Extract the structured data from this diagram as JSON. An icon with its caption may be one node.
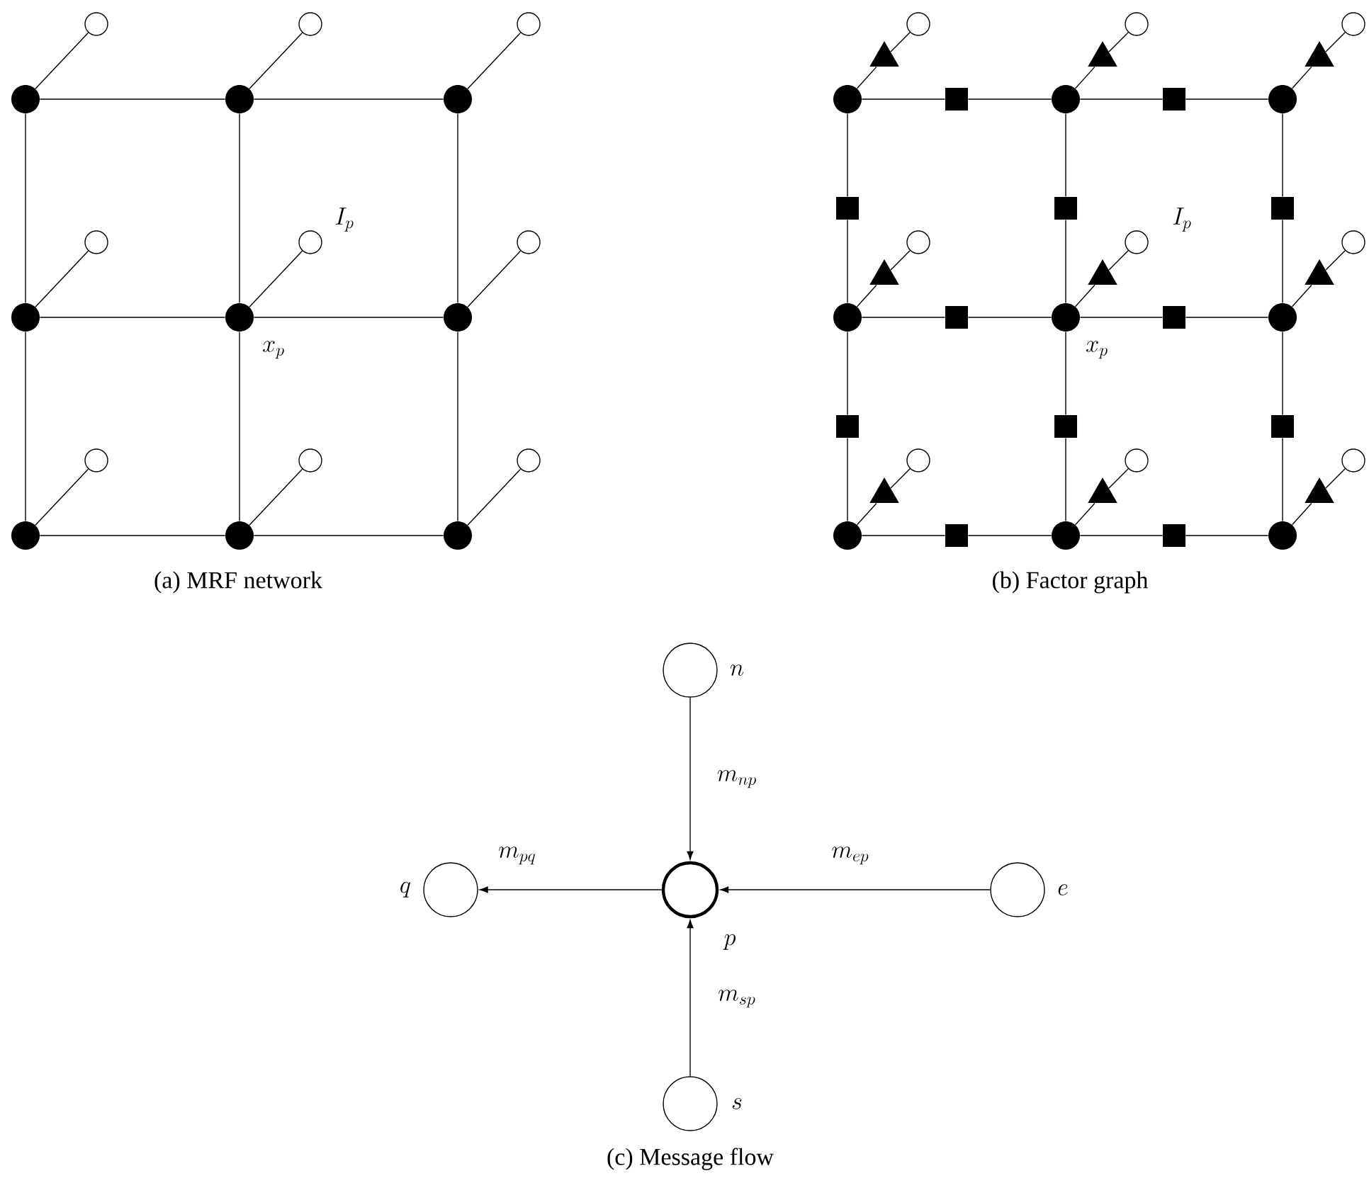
{
  "diagram": {
    "nodes": [
      {
        "text": [],
        "shape": "dot"
      },
      {
        "text": [],
        "shape": "dot"
      },
      {
        "text": [],
        "shape": "dot"
      },
      {
        "text": [],
        "shape": "dot"
      },
      {
        "text": [],
        "shape": "dot",
        "beside": [
          "x_p"
        ]
      },
      {
        "text": [],
        "shape": "dot"
      },
      {
        "text": [],
        "shape": "dot"
      },
      {
        "text": [],
        "shape": "dot"
      },
      {
        "text": [],
        "shape": "dot"
      },
      {
        "text": [],
        "shape": "circle"
      },
      {
        "text": [],
        "shape": "circle"
      },
      {
        "text": [],
        "shape": "circle"
      },
      {
        "text": [],
        "shape": "circle"
      },
      {
        "text": [],
        "shape": "circle",
        "beside": [
          "I_p"
        ]
      },
      {
        "text": [],
        "shape": "circle"
      },
      {
        "text": [],
        "shape": "circle"
      },
      {
        "text": [],
        "shape": "circle"
      },
      {
        "text": [],
        "shape": "circle"
      },
      {
        "text": [],
        "shape": "dot"
      },
      {
        "text": [],
        "shape": "dot"
      },
      {
        "text": [],
        "shape": "dot"
      },
      {
        "text": [],
        "shape": "dot"
      },
      {
        "text": [],
        "shape": "dot",
        "beside": [
          "x_p"
        ]
      },
      {
        "text": [],
        "shape": "dot"
      },
      {
        "text": [],
        "shape": "dot"
      },
      {
        "text": [],
        "shape": "dot"
      },
      {
        "text": [],
        "shape": "dot"
      },
      {
        "text": [],
        "shape": "square"
      },
      {
        "text": [],
        "shape": "square"
      },
      {
        "text": [],
        "shape": "square"
      },
      {
        "text": [],
        "shape": "square"
      },
      {
        "text": [],
        "shape": "square"
      },
      {
        "text": [],
        "shape": "square"
      },
      {
        "text": [],
        "shape": "square"
      },
      {
        "text": [],
        "shape": "square"
      },
      {
        "text": [],
        "shape": "square"
      },
      {
        "text": [],
        "shape": "square"
      },
      {
        "text": [],
        "shape": "square"
      },
      {
        "text": [],
        "shape": "square"
      },
      {
        "text": [],
        "shape": "triangle"
      },
      {
        "text": [],
        "shape": "triangle"
      },
      {
        "text": [],
        "shape": "triangle"
      },
      {
        "text": [],
        "shape": "triangle"
      },
      {
        "text": [],
        "shape": "triangle"
      },
      {
        "text": [],
        "shape": "triangle"
      },
      {
        "text": [],
        "shape": "triangle"
      },
      {
        "text": [],
        "shape": "triangle"
      },
      {
        "text": [],
        "shape": "triangle"
      },
      {
        "text": [],
        "shape": "circle"
      },
      {
        "text": [],
        "shape": "circle"
      },
      {
        "text": [],
        "shape": "circle"
      },
      {
        "text": [],
        "shape": "circle"
      },
      {
        "text": [],
        "shape": "circle",
        "beside": [
          "I_p"
        ]
      },
      {
        "text": [],
        "shape": "circle"
      },
      {
        "text": [],
        "shape": "circle"
      },
      {
        "text": [],
        "shape": "circle"
      },
      {
        "text": [],
        "shape": "circle"
      },
      {
        "text": [],
        "shape": "circle",
        "beside": [
          "n"
        ]
      },
      {
        "text": [],
        "shape": "circle",
        "beside": [
          "q"
        ]
      },
      {
        "text": [],
        "shape": "circle",
        "beside": [
          "p"
        ]
      },
      {
        "text": [],
        "shape": "circle",
        "beside": [
          "e"
        ]
      },
      {
        "text": [],
        "shape": "circle",
        "beside": [
          "s"
        ]
      }
    ],
    "edges": [
      {
        "from": 0,
        "to": 1,
        "arrow": "none"
      },
      {
        "from": 1,
        "to": 2,
        "arrow": "none"
      },
      {
        "from": 3,
        "to": 4,
        "arrow": "none"
      },
      {
        "from": 4,
        "to": 5,
        "arrow": "none"
      },
      {
        "from": 6,
        "to": 7,
        "arrow": "none"
      },
      {
        "from": 7,
        "to": 8,
        "arrow": "none"
      },
      {
        "from": 0,
        "to": 3,
        "arrow": "none"
      },
      {
        "from": 1,
        "to": 4,
        "arrow": "none"
      },
      {
        "from": 2,
        "to": 5,
        "arrow": "none"
      },
      {
        "from": 3,
        "to": 6,
        "arrow": "none"
      },
      {
        "from": 4,
        "to": 7,
        "arrow": "none"
      },
      {
        "from": 5,
        "to": 8,
        "arrow": "none"
      },
      {
        "from": 0,
        "to": 9,
        "arrow": "none"
      },
      {
        "from": 1,
        "to": 10,
        "arrow": "none"
      },
      {
        "from": 2,
        "to": 11,
        "arrow": "none"
      },
      {
        "from": 3,
        "to": 12,
        "arrow": "none"
      },
      {
        "from": 4,
        "to": 13,
        "arrow": "none"
      },
      {
        "from": 5,
        "to": 14,
        "arrow": "none"
      },
      {
        "from": 6,
        "to": 15,
        "arrow": "none"
      },
      {
        "from": 7,
        "to": 16,
        "arrow": "none"
      },
      {
        "from": 8,
        "to": 17,
        "arrow": "none"
      },
      {
        "from": 18,
        "to": 27,
        "arrow": "none"
      },
      {
        "from": 27,
        "to": 19,
        "arrow": "none"
      },
      {
        "from": 19,
        "to": 28,
        "arrow": "none"
      },
      {
        "from": 28,
        "to": 20,
        "arrow": "none"
      },
      {
        "from": 21,
        "to": 29,
        "arrow": "none"
      },
      {
        "from": 29,
        "to": 22,
        "arrow": "none"
      },
      {
        "from": 22,
        "to": 30,
        "arrow": "none"
      },
      {
        "from": 30,
        "to": 23,
        "arrow": "none"
      },
      {
        "from": 24,
        "to": 31,
        "arrow": "none"
      },
      {
        "from": 31,
        "to": 25,
        "arrow": "none"
      },
      {
        "from": 25,
        "to": 32,
        "arrow": "none"
      },
      {
        "from": 32,
        "to": 26,
        "arrow": "none"
      },
      {
        "from": 18,
        "to": 33,
        "arrow": "none"
      },
      {
        "from": 33,
        "to": 21,
        "arrow": "none"
      },
      {
        "from": 19,
        "to": 34,
        "arrow": "none"
      },
      {
        "from": 34,
        "to": 22,
        "arrow": "none"
      },
      {
        "from": 20,
        "to": 35,
        "arrow": "none"
      },
      {
        "from": 35,
        "to": 23,
        "arrow": "none"
      },
      {
        "from": 21,
        "to": 36,
        "arrow": "none"
      },
      {
        "from": 36,
        "to": 24,
        "arrow": "none"
      },
      {
        "from": 22,
        "to": 37,
        "arrow": "none"
      },
      {
        "from": 37,
        "to": 25,
        "arrow": "none"
      },
      {
        "from": 23,
        "to": 38,
        "arrow": "none"
      },
      {
        "from": 38,
        "to": 26,
        "arrow": "none"
      },
      {
        "from": 18,
        "to": 39,
        "arrow": "none"
      },
      {
        "from": 39,
        "to": 48,
        "arrow": "none"
      },
      {
        "from": 19,
        "to": 40,
        "arrow": "none"
      },
      {
        "from": 40,
        "to": 49,
        "arrow": "none"
      },
      {
        "from": 20,
        "to": 41,
        "arrow": "none"
      },
      {
        "from": 41,
        "to": 50,
        "arrow": "none"
      },
      {
        "from": 21,
        "to": 42,
        "arrow": "none"
      },
      {
        "from": 42,
        "to": 51,
        "arrow": "none"
      },
      {
        "from": 22,
        "to": 43,
        "arrow": "none"
      },
      {
        "from": 43,
        "to": 52,
        "arrow": "none"
      },
      {
        "from": 23,
        "to": 44,
        "arrow": "none"
      },
      {
        "from": 44,
        "to": 53,
        "arrow": "none"
      },
      {
        "from": 24,
        "to": 45,
        "arrow": "none"
      },
      {
        "from": 45,
        "to": 54,
        "arrow": "none"
      },
      {
        "from": 25,
        "to": 46,
        "arrow": "none"
      },
      {
        "from": 46,
        "to": 55,
        "arrow": "none"
      },
      {
        "from": 26,
        "to": 47,
        "arrow": "none"
      },
      {
        "from": 47,
        "to": 56,
        "arrow": "none"
      },
      {
        "from": 57,
        "to": 59,
        "arrow": "to",
        "label": "m_{np}"
      },
      {
        "from": 59,
        "to": 58,
        "arrow": "to",
        "label": "m_{pq}"
      },
      {
        "from": 60,
        "to": 59,
        "arrow": "to",
        "label": "m_{ep}"
      },
      {
        "from": 61,
        "to": 59,
        "arrow": "to",
        "label": "m_{sp}"
      }
    ],
    "labels": [
      "(a) MRF network",
      "(b) Factor graph",
      "(c) Message flow"
    ]
  }
}
